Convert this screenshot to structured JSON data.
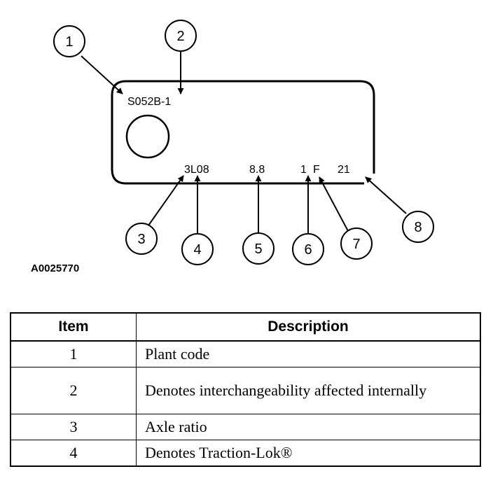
{
  "tag": {
    "part_number": "S052B-1",
    "ratio_code": "3L08",
    "ring_size": "8.8",
    "code_a": "1",
    "code_b": "F",
    "code_c": "21"
  },
  "callouts": [
    "1",
    "2",
    "3",
    "4",
    "5",
    "6",
    "7",
    "8"
  ],
  "figure_code": "A0025770",
  "table": {
    "headers": {
      "item": "Item",
      "description": "Description"
    },
    "rows": [
      {
        "item": "1",
        "description": "Plant code"
      },
      {
        "item": "2",
        "description": "Denotes interchangeability affected internally"
      },
      {
        "item": "3",
        "description": "Axle ratio"
      },
      {
        "item": "4",
        "description": "Denotes Traction-Lok®"
      }
    ]
  }
}
